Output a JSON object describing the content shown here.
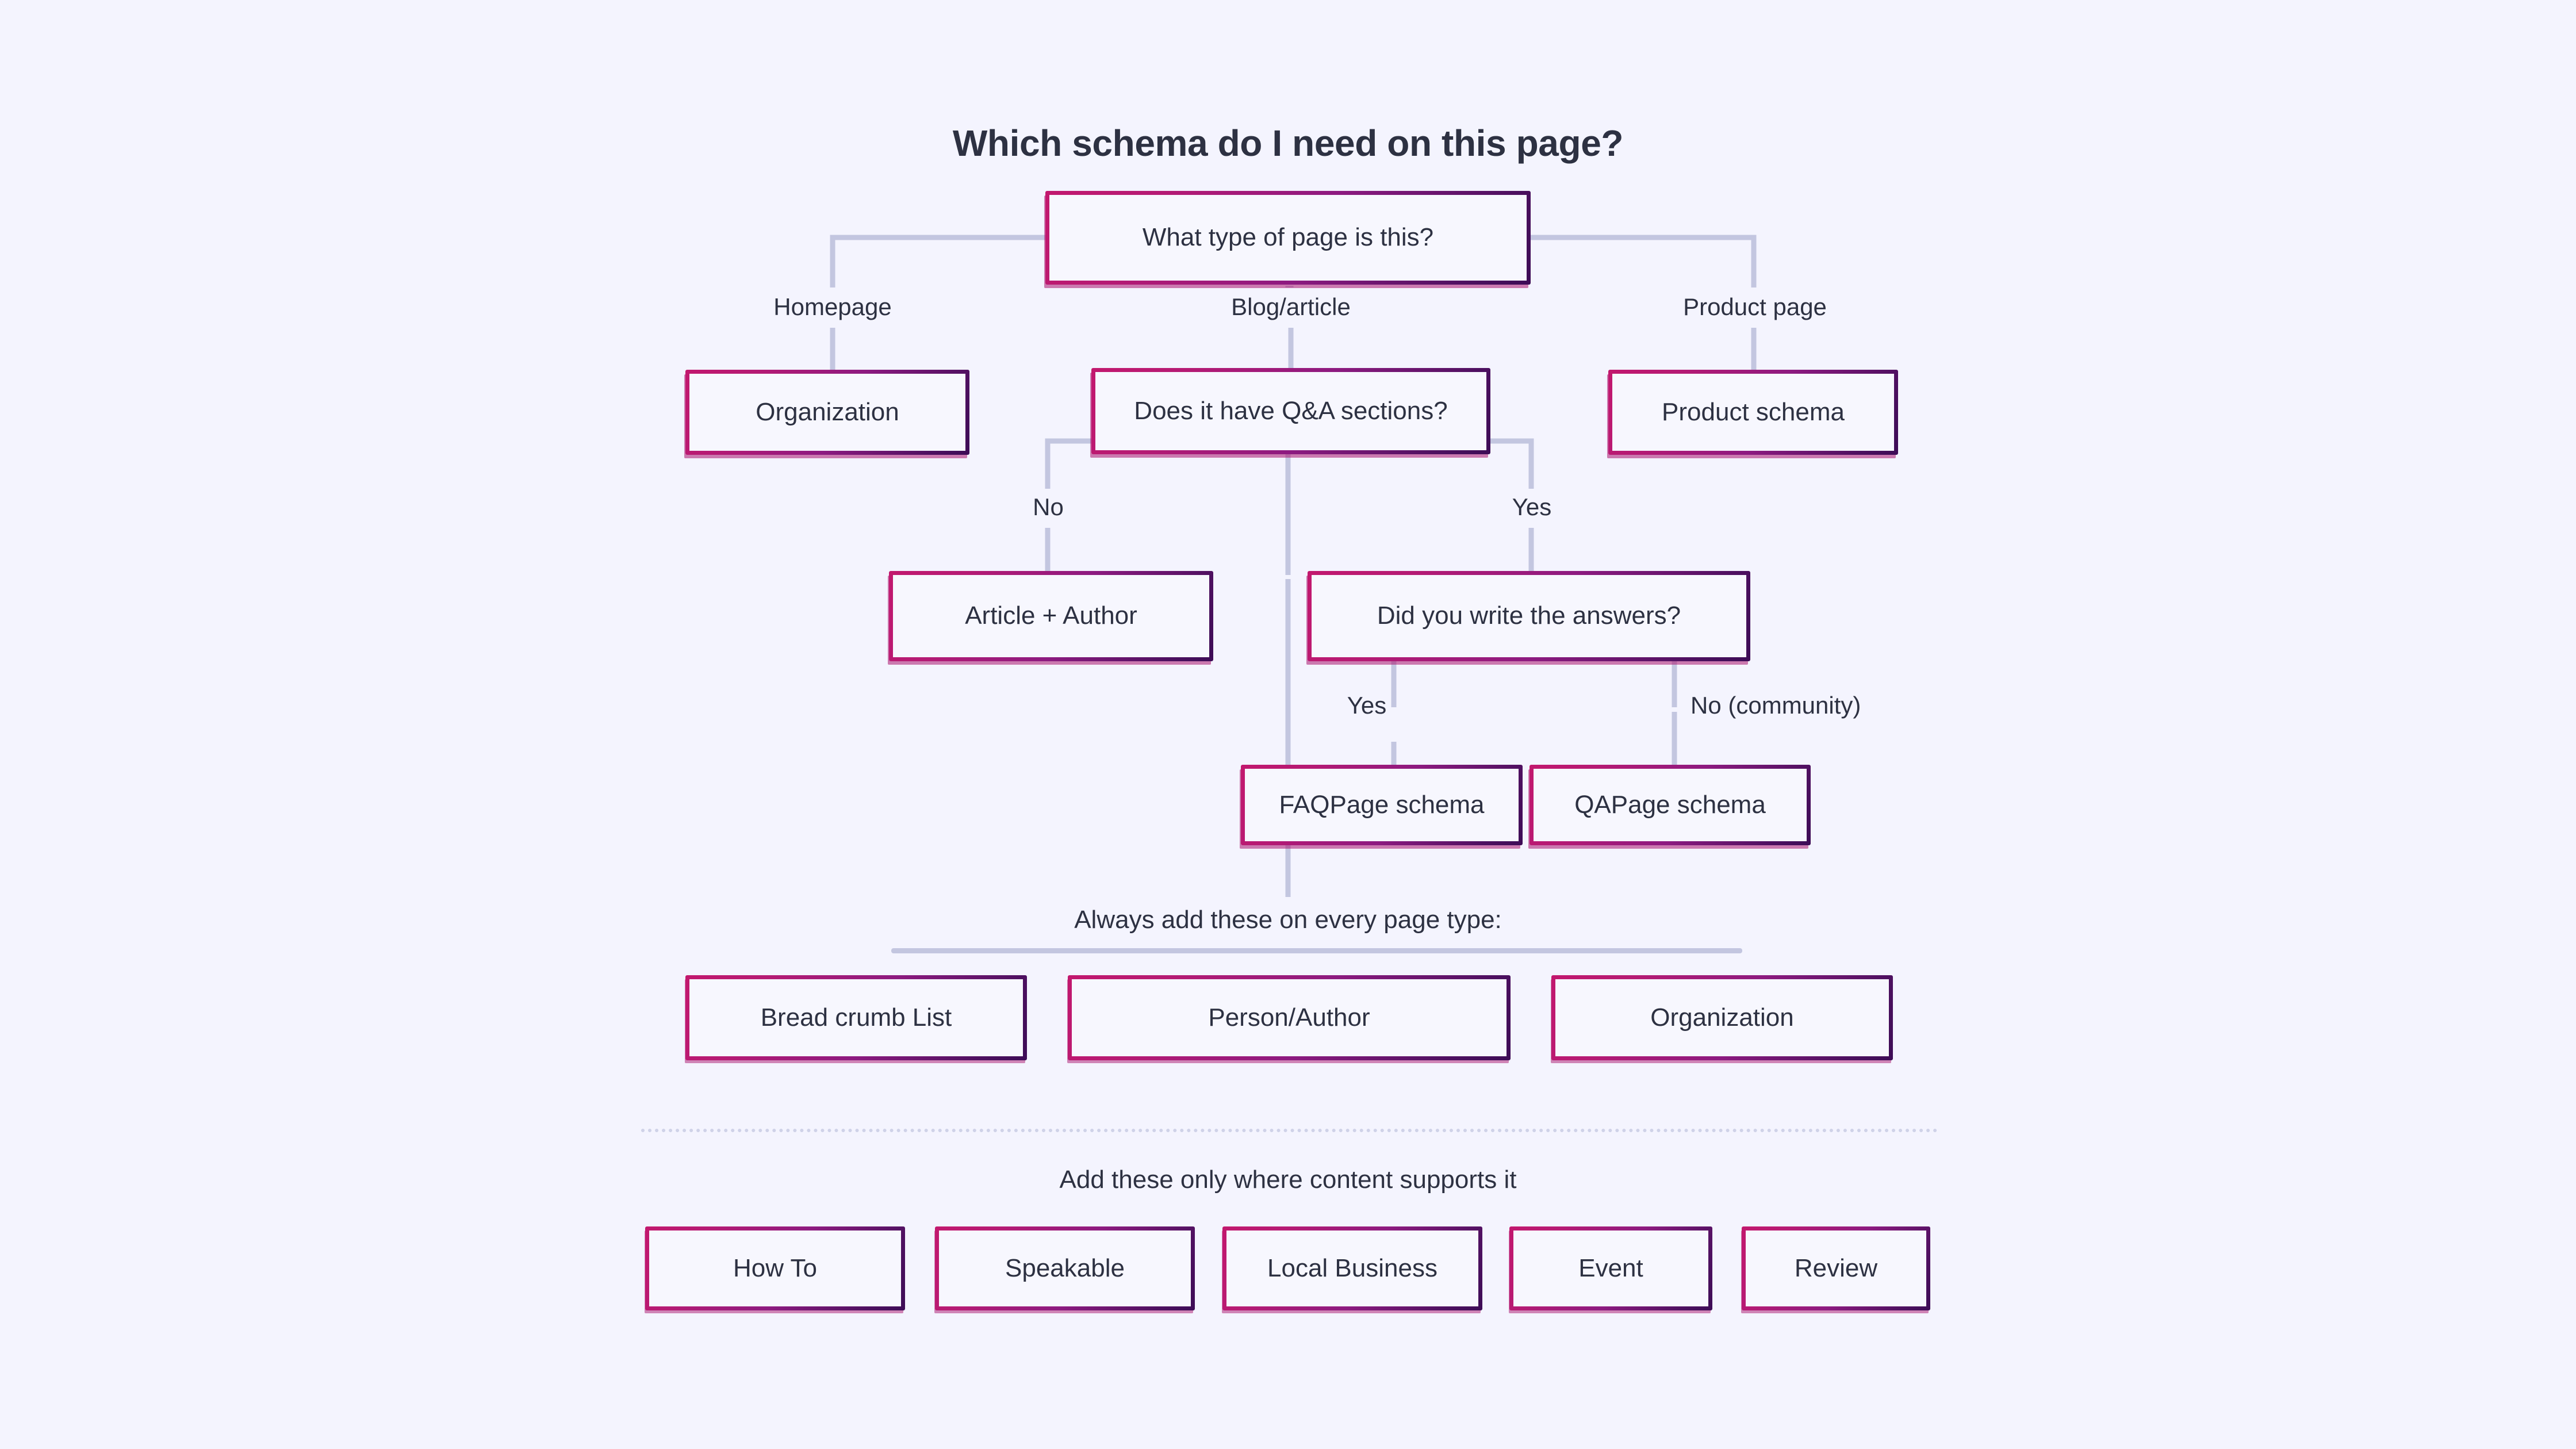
{
  "title": "Which schema do I need on this page?",
  "colors": {
    "background": "#f4f4fe",
    "node_fill": "#f7f7fe",
    "border_gradient_start": "#c2186e",
    "border_gradient_end": "#3d0c56",
    "text": "#2d3142",
    "connector": "#c3c6e0",
    "divider": "#c3c6e0",
    "dotted_divider": "#cfd2e8"
  },
  "nodes": {
    "root": "What type of page is this?",
    "organization_home": "Organization",
    "qa_question": "Does it have Q&A sections?",
    "product_schema": "Product schema",
    "article_author": "Article + Author",
    "wrote_answers": "Did you write the answers?",
    "faqpage": "FAQPage schema",
    "qapage": "QAPage schema"
  },
  "edge_labels": {
    "homepage": "Homepage",
    "blog_article": "Blog/article",
    "product_page": "Product page",
    "qa_no": "No",
    "qa_yes": "Yes",
    "answers_yes": "Yes",
    "answers_no": "No (community)"
  },
  "always_section": {
    "caption": "Always add these on every page type:",
    "items": [
      "Bread crumb List",
      "Person/Author",
      "Organization"
    ]
  },
  "conditional_section": {
    "caption": "Add these only where content supports it",
    "items": [
      "How To",
      "Speakable",
      "Local Business",
      "Event",
      "Review"
    ]
  }
}
